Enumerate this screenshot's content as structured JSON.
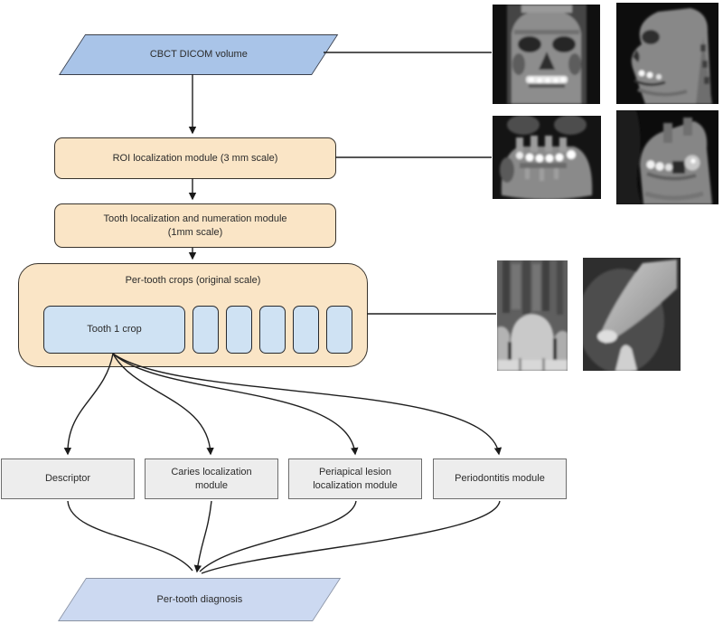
{
  "diagram": {
    "nodes": {
      "cbct_volume": "CBCT DICOM volume",
      "roi_module": "ROI localization module (3 mm scale)",
      "tooth_numeration_line1": "Tooth localization and numeration module",
      "tooth_numeration_line2": "(1mm scale)",
      "per_tooth_crops_label": "Per-tooth crops (original scale)",
      "tooth1_crop": "Tooth 1 crop",
      "descriptor": "Descriptor",
      "caries": "Caries localization module",
      "periapical": "Periapical lesion localization module",
      "periodontitis": "Periodontitis module",
      "diagnosis": "Per-tooth diagnosis"
    },
    "per_tooth_crops": {
      "placeholder_count": 5
    },
    "colors": {
      "input_blue": "#a9c4e8",
      "diagnosis_blue": "#ccd9f1",
      "module_tan": "#fae5c6",
      "crop_blue": "#cfe2f3",
      "task_gray": "#ededed",
      "line": "#1f1f1f"
    },
    "images": [
      {
        "name": "cbct-skull-frontal-render"
      },
      {
        "name": "cbct-skull-lateral-render"
      },
      {
        "name": "roi-jaw-frontal-render"
      },
      {
        "name": "roi-jaw-lateral-render"
      },
      {
        "name": "tooth-crop-frontal-image"
      },
      {
        "name": "tooth-crop-sagittal-image"
      }
    ]
  }
}
